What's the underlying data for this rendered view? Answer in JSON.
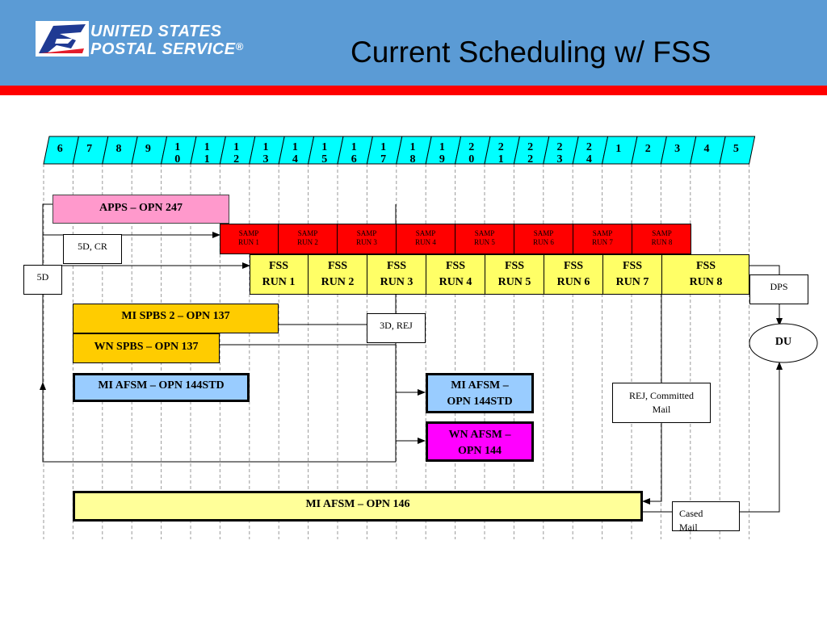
{
  "header": {
    "title": "Current Scheduling w/ FSS",
    "logo_line1": "UNITED STATES",
    "logo_line2": "POSTAL SERVICE",
    "logo_reg": "®"
  },
  "timeline": [
    {
      "a": "6",
      "b": ""
    },
    {
      "a": "7",
      "b": ""
    },
    {
      "a": "8",
      "b": ""
    },
    {
      "a": "9",
      "b": ""
    },
    {
      "a": "1",
      "b": "0"
    },
    {
      "a": "1",
      "b": "1"
    },
    {
      "a": "1",
      "b": "2"
    },
    {
      "a": "1",
      "b": "3"
    },
    {
      "a": "1",
      "b": "4"
    },
    {
      "a": "1",
      "b": "5"
    },
    {
      "a": "1",
      "b": "6"
    },
    {
      "a": "1",
      "b": "7"
    },
    {
      "a": "1",
      "b": "8"
    },
    {
      "a": "1",
      "b": "9"
    },
    {
      "a": "2",
      "b": "0"
    },
    {
      "a": "2",
      "b": "1"
    },
    {
      "a": "2",
      "b": "2"
    },
    {
      "a": "2",
      "b": "3"
    },
    {
      "a": "2",
      "b": "4"
    },
    {
      "a": "1",
      "b": ""
    },
    {
      "a": "2",
      "b": ""
    },
    {
      "a": "3",
      "b": ""
    },
    {
      "a": "4",
      "b": ""
    },
    {
      "a": "5",
      "b": ""
    }
  ],
  "boxes": {
    "apps": "APPS – OPN 247",
    "label_5d_cr": "5D, CR",
    "label_5d": "5D",
    "mi_spbs": "MI SPBS 2 – OPN 137",
    "wn_spbs": "WN SPBS – OPN 137",
    "label_3d_rej": "3D, REJ",
    "mi_afsm_left": "MI AFSM – OPN 144STD",
    "mi_afsm_right_1": "MI AFSM –",
    "mi_afsm_right_2": "OPN 144STD",
    "wn_afsm_1": "WN AFSM –",
    "wn_afsm_2": "OPN 144",
    "rej_committed_1": "REJ, Committed",
    "rej_committed_2": "Mail",
    "mi_afsm_146": "MI AFSM – OPN 146",
    "cased_1": "Cased",
    "cased_2": "Mail",
    "dps": "DPS",
    "du": "DU"
  },
  "samp_runs": [
    {
      "l1": "SAMP",
      "l2": "RUN 1"
    },
    {
      "l1": "SAMP",
      "l2": "RUN 2"
    },
    {
      "l1": "SAMP",
      "l2": "RUN 3"
    },
    {
      "l1": "SAMP",
      "l2": "RUN 4"
    },
    {
      "l1": "SAMP",
      "l2": "RUN 5"
    },
    {
      "l1": "SAMP",
      "l2": "RUN 6"
    },
    {
      "l1": "SAMP",
      "l2": "RUN 7"
    },
    {
      "l1": "SAMP",
      "l2": "RUN 8"
    }
  ],
  "fss_runs": [
    {
      "l1": "FSS",
      "l2": "RUN 1"
    },
    {
      "l1": "FSS",
      "l2": "RUN 2"
    },
    {
      "l1": "FSS",
      "l2": "RUN 3"
    },
    {
      "l1": "FSS",
      "l2": "RUN 4"
    },
    {
      "l1": "FSS",
      "l2": "RUN 5"
    },
    {
      "l1": "FSS",
      "l2": "RUN 6"
    },
    {
      "l1": "FSS",
      "l2": "RUN 7"
    },
    {
      "l1": "FSS",
      "l2": "RUN 8"
    }
  ],
  "colors": {
    "header": "#5b9bd5",
    "redbar": "#ff0000",
    "timeline": "#00ffff",
    "apps": "#ff99cc",
    "samp": "#ff0000",
    "fss": "#ffff66",
    "spbs": "#ffcc00",
    "afsm_blue": "#99ccff",
    "wn_afsm": "#ff00ff",
    "mi_146": "#ffff99"
  }
}
